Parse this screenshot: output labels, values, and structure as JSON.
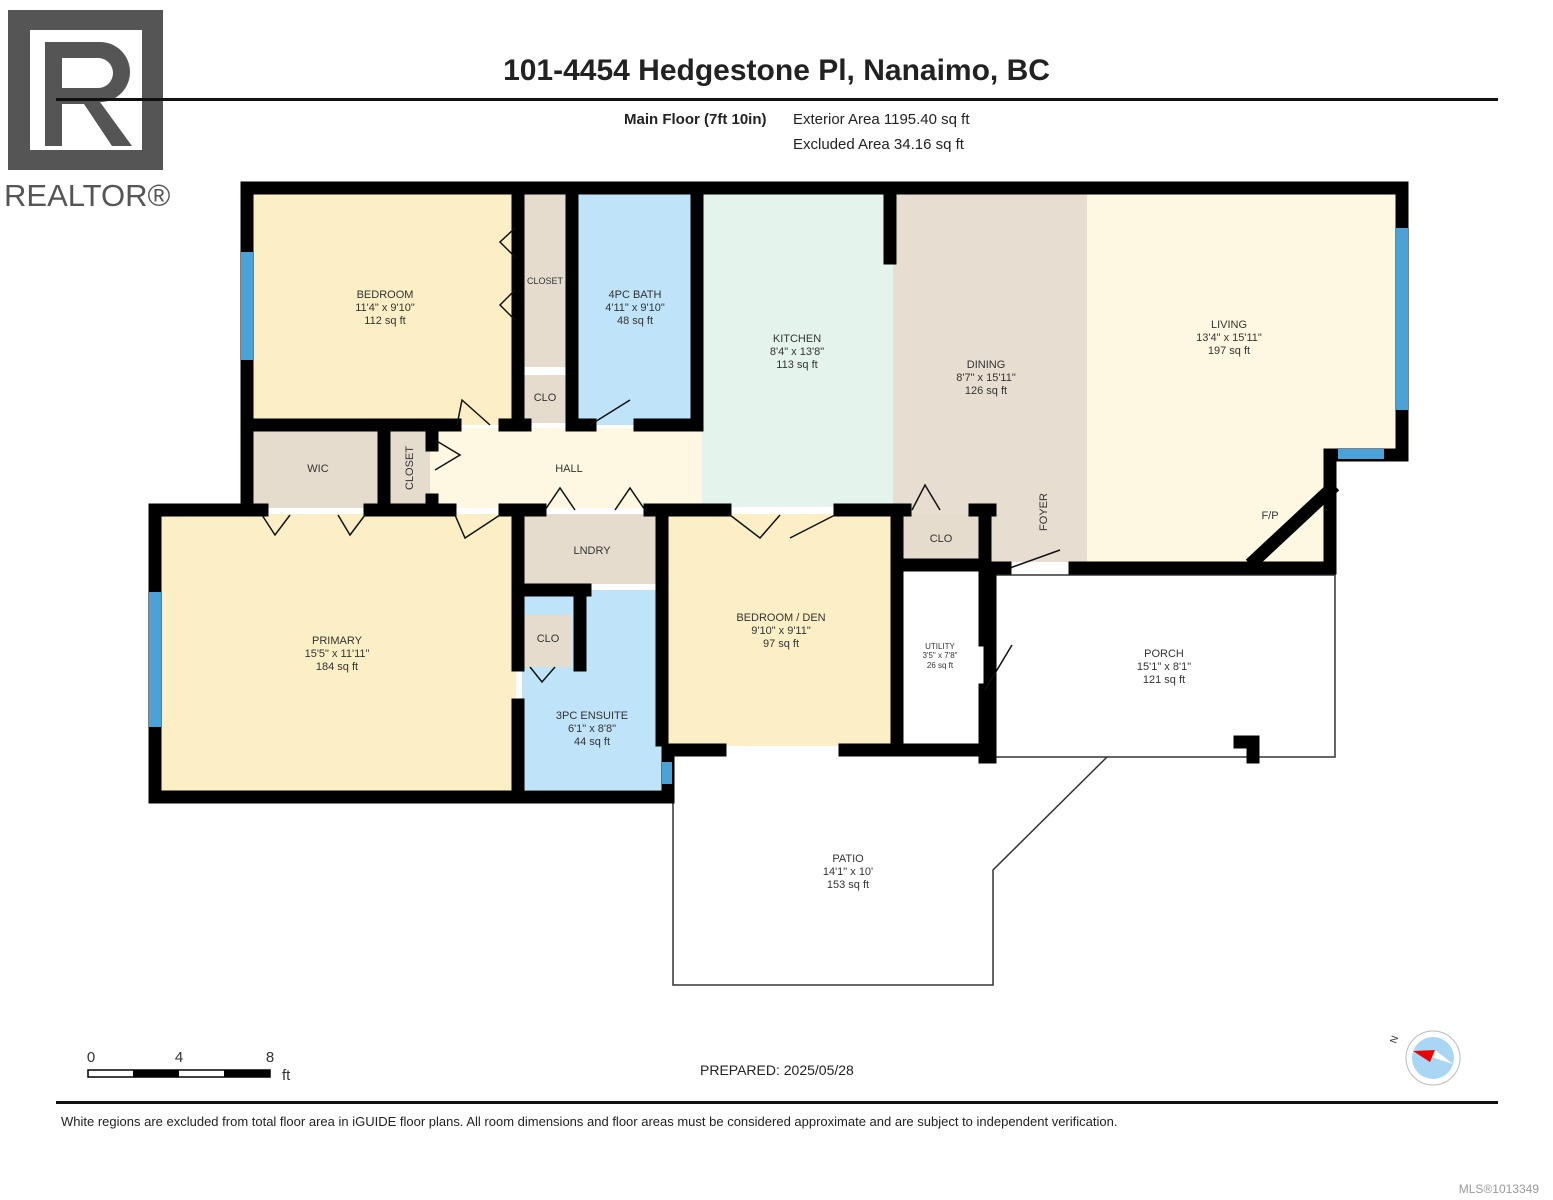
{
  "header": {
    "title": "101-4454 Hedgestone Pl, Nanaimo, BC",
    "floor_name": "Main Floor (7ft 10in)",
    "exterior_area": "Exterior Area 1195.40 sq ft",
    "excluded_area": "Excluded Area 34.16 sq ft"
  },
  "logo": {
    "text": "REALTOR®"
  },
  "rooms": {
    "bedroom": {
      "name": "BEDROOM",
      "dims": "11'4\" x 9'10\"",
      "area": "112 sq ft"
    },
    "closet1": {
      "name": "CLOSET"
    },
    "clo1": {
      "name": "CLO"
    },
    "bath": {
      "name": "4PC BATH",
      "dims": "4'11\" x 9'10\"",
      "area": "48 sq ft"
    },
    "kitchen": {
      "name": "KITCHEN",
      "dims": "8'4\" x 13'8\"",
      "area": "113 sq ft"
    },
    "dining": {
      "name": "DINING",
      "dims": "8'7\" x 15'11\"",
      "area": "126 sq ft"
    },
    "living": {
      "name": "LIVING",
      "dims": "13'4\" x 15'11\"",
      "area": "197 sq ft"
    },
    "wic": {
      "name": "WIC"
    },
    "closet2": {
      "name": "CLOSET"
    },
    "hall": {
      "name": "HALL"
    },
    "foyer": {
      "name": "FOYER"
    },
    "fp": {
      "name": "F/P"
    },
    "primary": {
      "name": "PRIMARY",
      "dims": "15'5\" x 11'11\"",
      "area": "184 sq ft"
    },
    "lndry": {
      "name": "LNDRY"
    },
    "clo2": {
      "name": "CLO"
    },
    "ensuite": {
      "name": "3PC ENSUITE",
      "dims": "6'1\" x 8'8\"",
      "area": "44 sq ft"
    },
    "den": {
      "name": "BEDROOM / DEN",
      "dims": "9'10\" x 9'11\"",
      "area": "97 sq ft"
    },
    "clo3": {
      "name": "CLO"
    },
    "utility": {
      "name": "UTILITY",
      "dims": "3'5\" x 7'8\"",
      "area": "26 sq ft"
    },
    "porch": {
      "name": "PORCH",
      "dims": "15'1\" x 8'1\"",
      "area": "121 sq ft"
    },
    "patio": {
      "name": "PATIO",
      "dims": "14'1\" x 10'",
      "area": "153 sq ft"
    }
  },
  "scale": {
    "ticks": [
      "0",
      "4",
      "8"
    ],
    "unit": "ft"
  },
  "compass": {
    "label": "N"
  },
  "prepared": "PREPARED: 2025/05/28",
  "disclaimer": "White regions are excluded from total floor area in iGUIDE floor plans. All room dimensions and floor areas must be considered approximate and are subject to independent verification.",
  "mls": "MLS®1013349",
  "colors": {
    "bedroom": "#fcefc6",
    "living": "#fef8e2",
    "kitchen": "#e4f3ec",
    "dining": "#e7ddd0",
    "bath": "#bfe3f9",
    "closet": "#e5dccd",
    "wall": "#000000",
    "window": "#4aa3d8"
  }
}
